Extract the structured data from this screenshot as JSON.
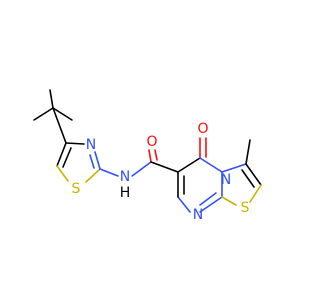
{
  "molecule": {
    "atom_labels": {
      "s_left": "S",
      "n_left_ring": "N",
      "nh": "N",
      "h": "H",
      "o_amide": "O",
      "o_ketone": "O",
      "n_bridge": "N",
      "n_pyrimidine": "N",
      "s_right": "S"
    },
    "element_colors": {
      "S": "#c8b400",
      "N": "#3050f8",
      "O": "#ff0d0d",
      "C": "#000000"
    }
  }
}
